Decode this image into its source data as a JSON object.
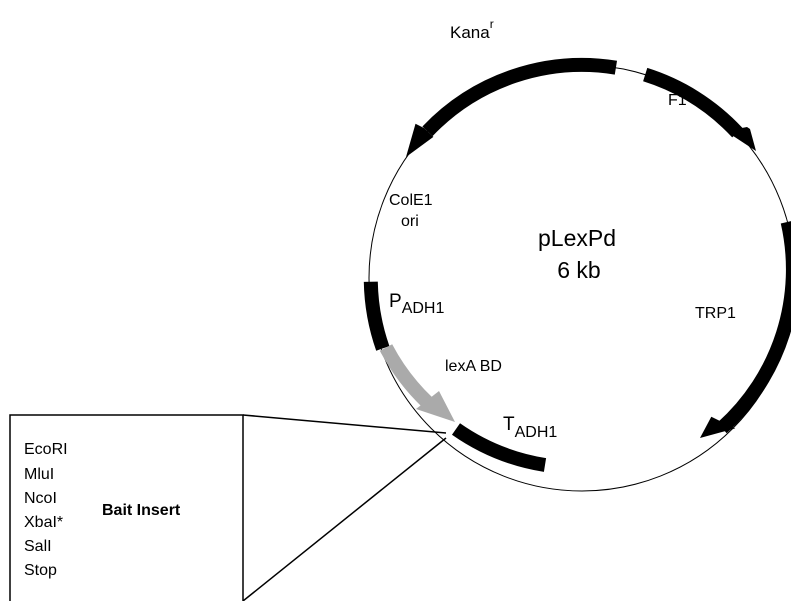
{
  "plasmid": {
    "name": "pLexPd",
    "size": "6 kb"
  },
  "features": {
    "kana": {
      "base": "Kana",
      "sup": "r"
    },
    "f1": "F1",
    "cole1_line1": "ColE1",
    "cole1_line2": "ori",
    "trp1": "TRP1",
    "padh1": {
      "base": "P",
      "sub": "ADH1"
    },
    "lexa": "lexA BD",
    "tadh1": {
      "base": "T",
      "sub": "ADH1"
    }
  },
  "insert_box": {
    "sites": [
      "EcoRI",
      "MluI",
      "NcoI",
      "XbaI*",
      "SalI",
      "Stop"
    ],
    "label": "Bait Insert"
  },
  "colors": {
    "arc": "#000000",
    "lexa_arrow": "#aaaaaa",
    "circle": "#000000"
  }
}
